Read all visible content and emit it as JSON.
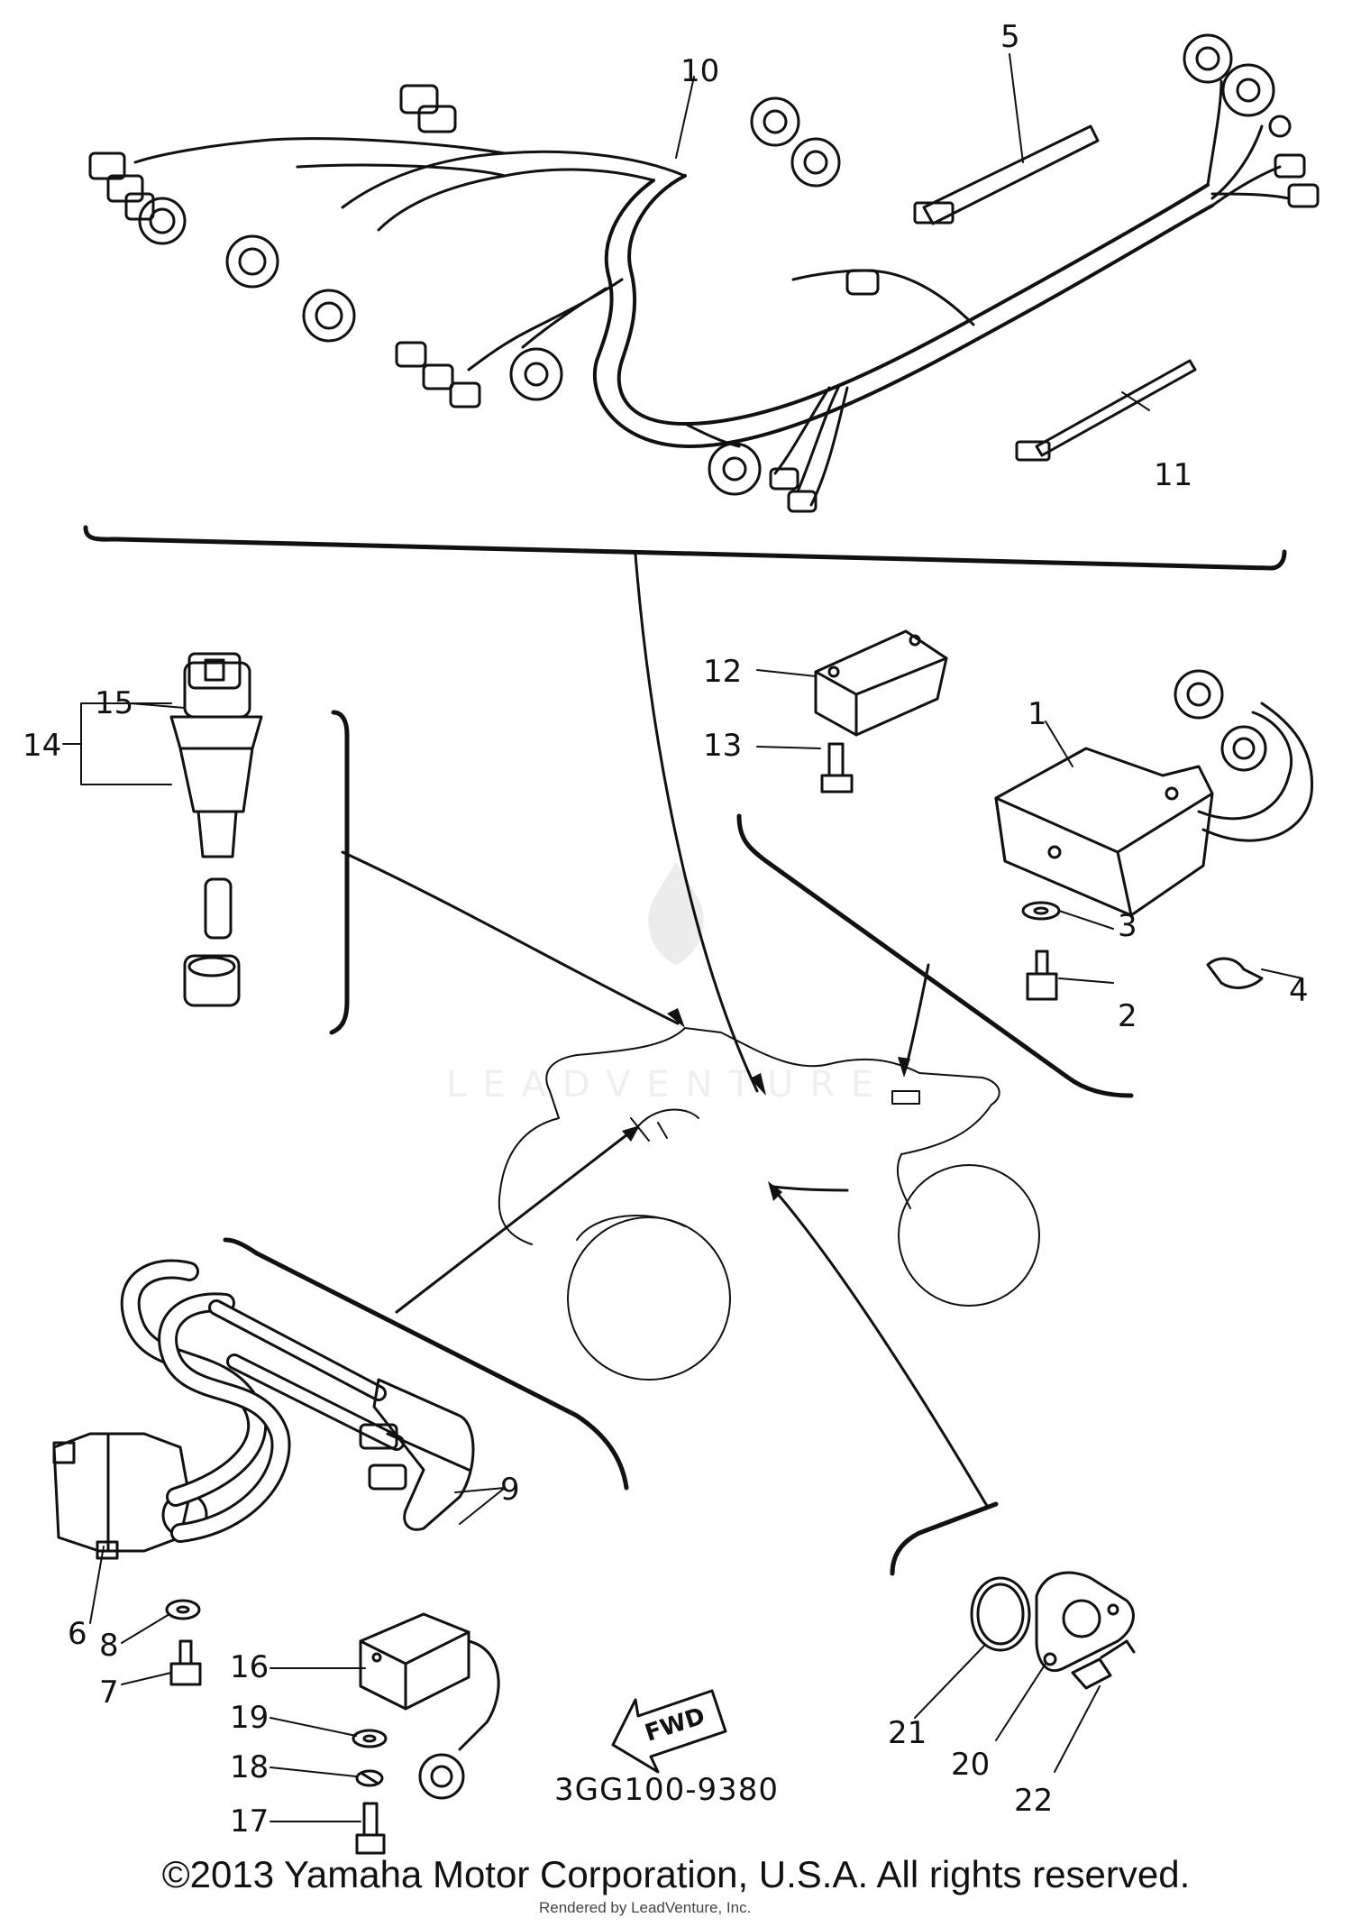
{
  "diagram": {
    "callouts": [
      "10",
      "5",
      "11",
      "12",
      "13",
      "1",
      "3",
      "4",
      "2",
      "15",
      "14",
      "9",
      "6",
      "8",
      "7",
      "16",
      "19",
      "18",
      "17",
      "21",
      "20",
      "22"
    ],
    "part_number": "3GG100-9380",
    "fwd_label": "FWD"
  },
  "footer": {
    "copyright": "©2013 Yamaha Motor Corporation, U.S.A. All rights reserved.",
    "rendered_by": "Rendered by LeadVenture, Inc."
  },
  "watermark": {
    "text": "LEADVENTURE"
  }
}
